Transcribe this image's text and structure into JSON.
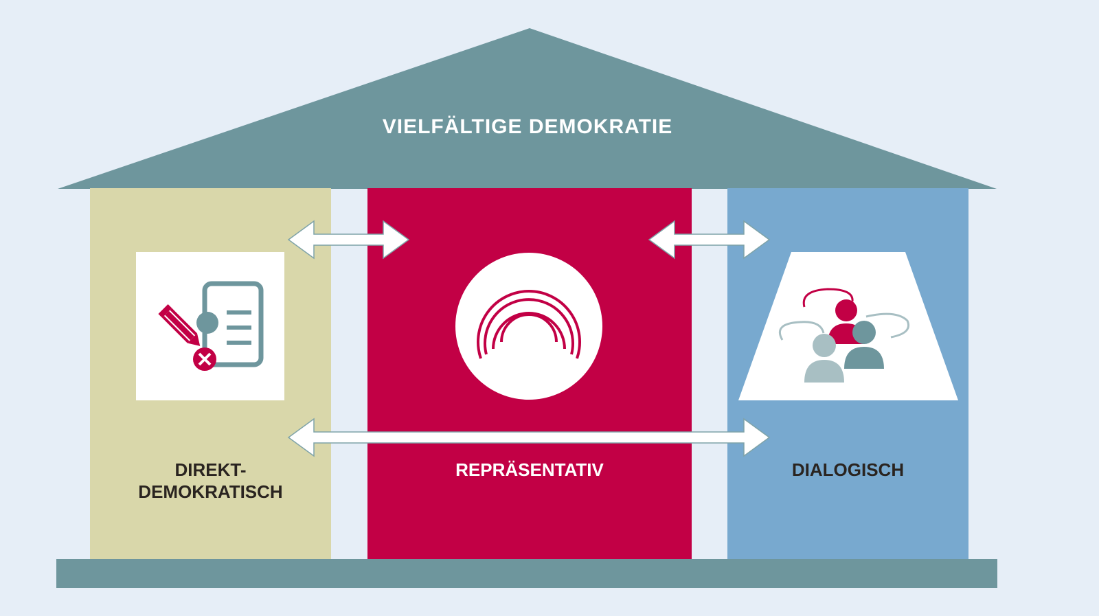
{
  "roof": {
    "title": "VIELFÄLTIGE DEMOKRATIE"
  },
  "pillars": {
    "left": {
      "label_line1": "DIREKT-",
      "label_line2": "DEMOKRATISCH",
      "icon": "ballot-form-icon"
    },
    "middle": {
      "label": "REPRÄSENTATIV",
      "icon": "broadcast-arcs-icon"
    },
    "right": {
      "label": "DIALOGISCH",
      "icon": "group-dialogue-icon"
    }
  },
  "colors": {
    "background": "#e6eef7",
    "roof": "#6e969d",
    "left_pillar": "#d9d7aa",
    "middle_pillar": "#c20045",
    "right_pillar": "#78a9cf",
    "accent": "#c20045",
    "teal": "#6e969d"
  }
}
